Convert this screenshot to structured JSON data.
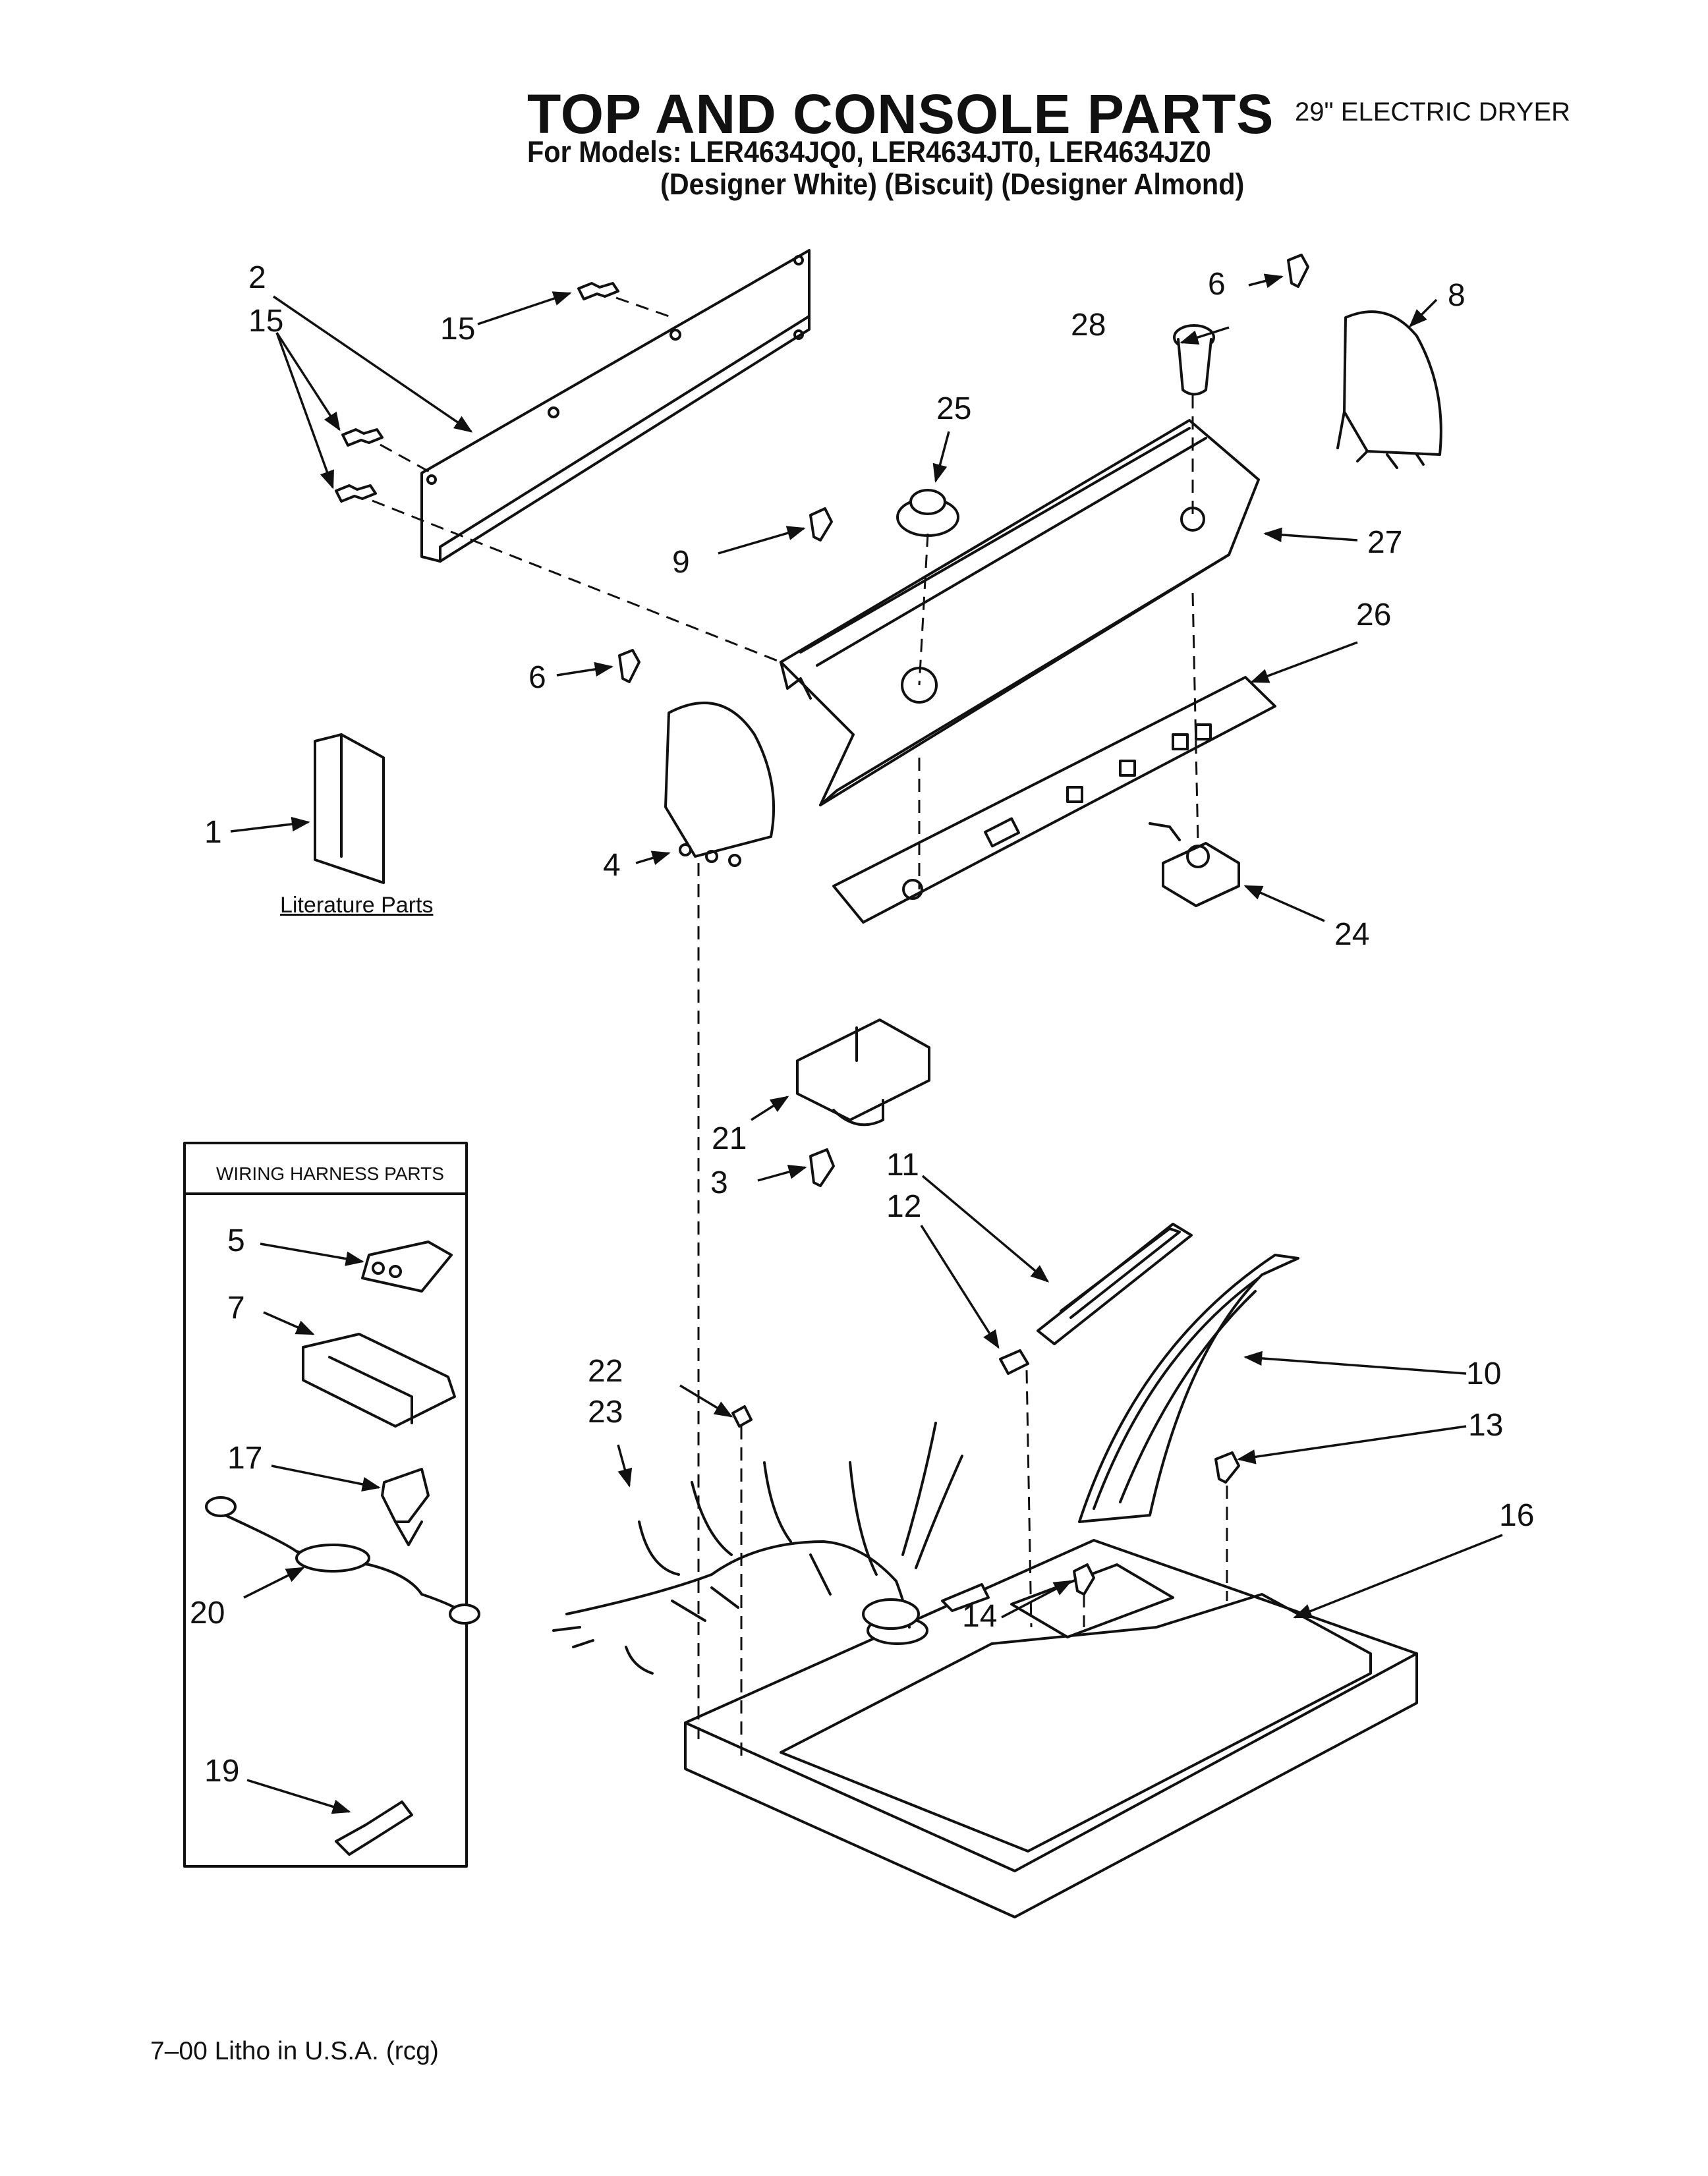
{
  "header": {
    "title": "TOP AND CONSOLE PARTS",
    "models": "For Models: LER4634JQ0, LER4634JT0, LER4634JZ0",
    "colors": "(Designer White) (Biscuit) (Designer Almond)",
    "dryer_type": "29\" ELECTRIC DRYER"
  },
  "literature": {
    "label": "Literature Parts"
  },
  "harness_box": {
    "title": "WIRING HARNESS PARTS"
  },
  "footer": {
    "litho": "7–00 Litho in U.S.A. (rcg)"
  },
  "callouts": {
    "c1": "1",
    "c2": "2",
    "c3": "3",
    "c4": "4",
    "c5": "5",
    "c6a": "6",
    "c6b": "6",
    "c7": "7",
    "c8": "8",
    "c9": "9",
    "c10": "10",
    "c11": "11",
    "c12": "12",
    "c13": "13",
    "c14": "14",
    "c15a": "15",
    "c15b": "15",
    "c16": "16",
    "c17": "17",
    "c19": "19",
    "c20": "20",
    "c21": "21",
    "c22": "22",
    "c23": "23",
    "c24": "24",
    "c25": "25",
    "c26": "26",
    "c27": "27",
    "c28": "28"
  }
}
